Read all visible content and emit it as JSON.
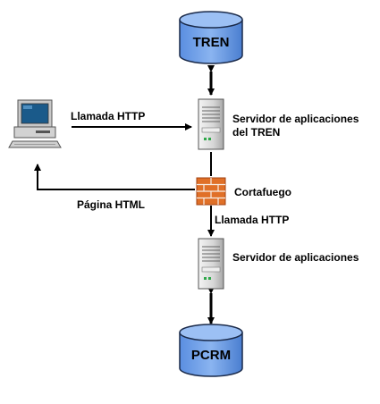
{
  "databases": {
    "top": {
      "label": "TREN"
    },
    "bottom": {
      "label": "PCRM"
    }
  },
  "servers": {
    "tren_server": {
      "label_line1": "Servidor de aplicaciones",
      "label_line2": "del TREN"
    },
    "app_server": {
      "label": "Servidor de aplicaciones"
    }
  },
  "firewall": {
    "label": "Cortafuego"
  },
  "connections": {
    "client_to_server": "Llamada HTTP",
    "firewall_to_app_server": "Llamada HTTP",
    "return_to_client": "Página HTML"
  },
  "icons": [
    "database-icon",
    "computer-icon",
    "server-icon",
    "firewall-icon"
  ],
  "colors": {
    "database_fill": "#6fa0e8",
    "database_stroke": "#1a2a4a",
    "firewall_brick": "#e07028",
    "server_body": "#d8d8d8",
    "screen": "#1a5a8a",
    "line": "#000000"
  }
}
